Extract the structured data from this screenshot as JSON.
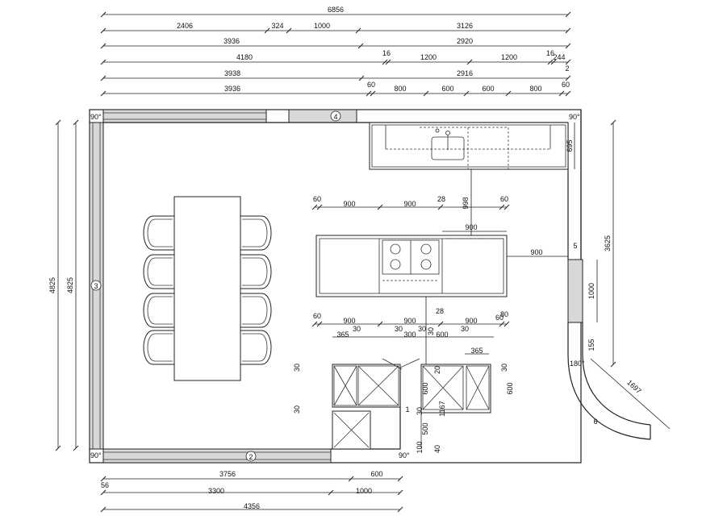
{
  "dimensions_top": {
    "row1": [
      "6856"
    ],
    "row2": [
      "2406",
      "324",
      "1000",
      "3126"
    ],
    "row3": [
      "3936",
      "2920"
    ],
    "row4": [
      "4180",
      "16",
      "1200",
      "1200",
      "16",
      "244",
      "2"
    ],
    "row5": [
      "3938",
      "2916"
    ],
    "row6": [
      "3936",
      "60",
      "800",
      "600",
      "600",
      "800",
      "60"
    ]
  },
  "dimensions_left": [
    "4825",
    "4825"
  ],
  "dimensions_bottom": {
    "row1": [
      "3756",
      "600"
    ],
    "row2": [
      "56"
    ],
    "row3": [
      "3300",
      "1000"
    ],
    "row4": [
      "4356"
    ]
  },
  "dimensions_right": [
    "695",
    "3625",
    "1000",
    "1697",
    "155"
  ],
  "island_dims": {
    "top": [
      "60",
      "900",
      "900",
      "28",
      "60"
    ],
    "top_center": "900",
    "right_gap": "900",
    "gap_to_wall": "998",
    "bottom": [
      "60",
      "900",
      "900",
      "900",
      "60",
      "80"
    ],
    "bottom_mid": "28",
    "lower": [
      "365",
      "30",
      "30",
      "300",
      "30",
      "600",
      "30"
    ],
    "tall_units": [
      "365",
      "30",
      "30",
      "30",
      "600",
      "600",
      "30",
      "1167",
      "500",
      "100",
      "20",
      "40",
      "30"
    ]
  },
  "markers": {
    "m1": "1",
    "m2": "2",
    "m3": "3",
    "m4": "4",
    "m5": "5",
    "m6": "6"
  },
  "angles": {
    "top_left": "90°",
    "top_right": "90°",
    "bottom_left": "90°",
    "bottom_mid": "90°",
    "curve": "180°"
  }
}
